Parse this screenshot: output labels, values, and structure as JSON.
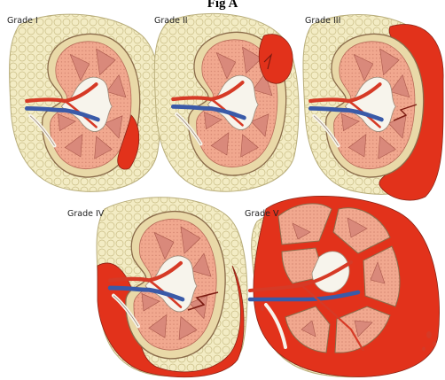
{
  "figure": {
    "title": "Fig A"
  },
  "panels": [
    {
      "label": "Grade I"
    },
    {
      "label": "Grade II"
    },
    {
      "label": "Grade III"
    },
    {
      "label": "Grade IV"
    },
    {
      "label": "Grade V"
    }
  ],
  "colors": {
    "fat": "#f3ecc4",
    "fat_stroke": "#b8ad7a",
    "capsule": "#e9d9a8",
    "cortex": "#f1a88f",
    "medulla": "#d9897b",
    "pelvis": "#f7f4ec",
    "artery": "#d63a26",
    "vein": "#3a5aa8",
    "hematoma": "#e2321b"
  }
}
